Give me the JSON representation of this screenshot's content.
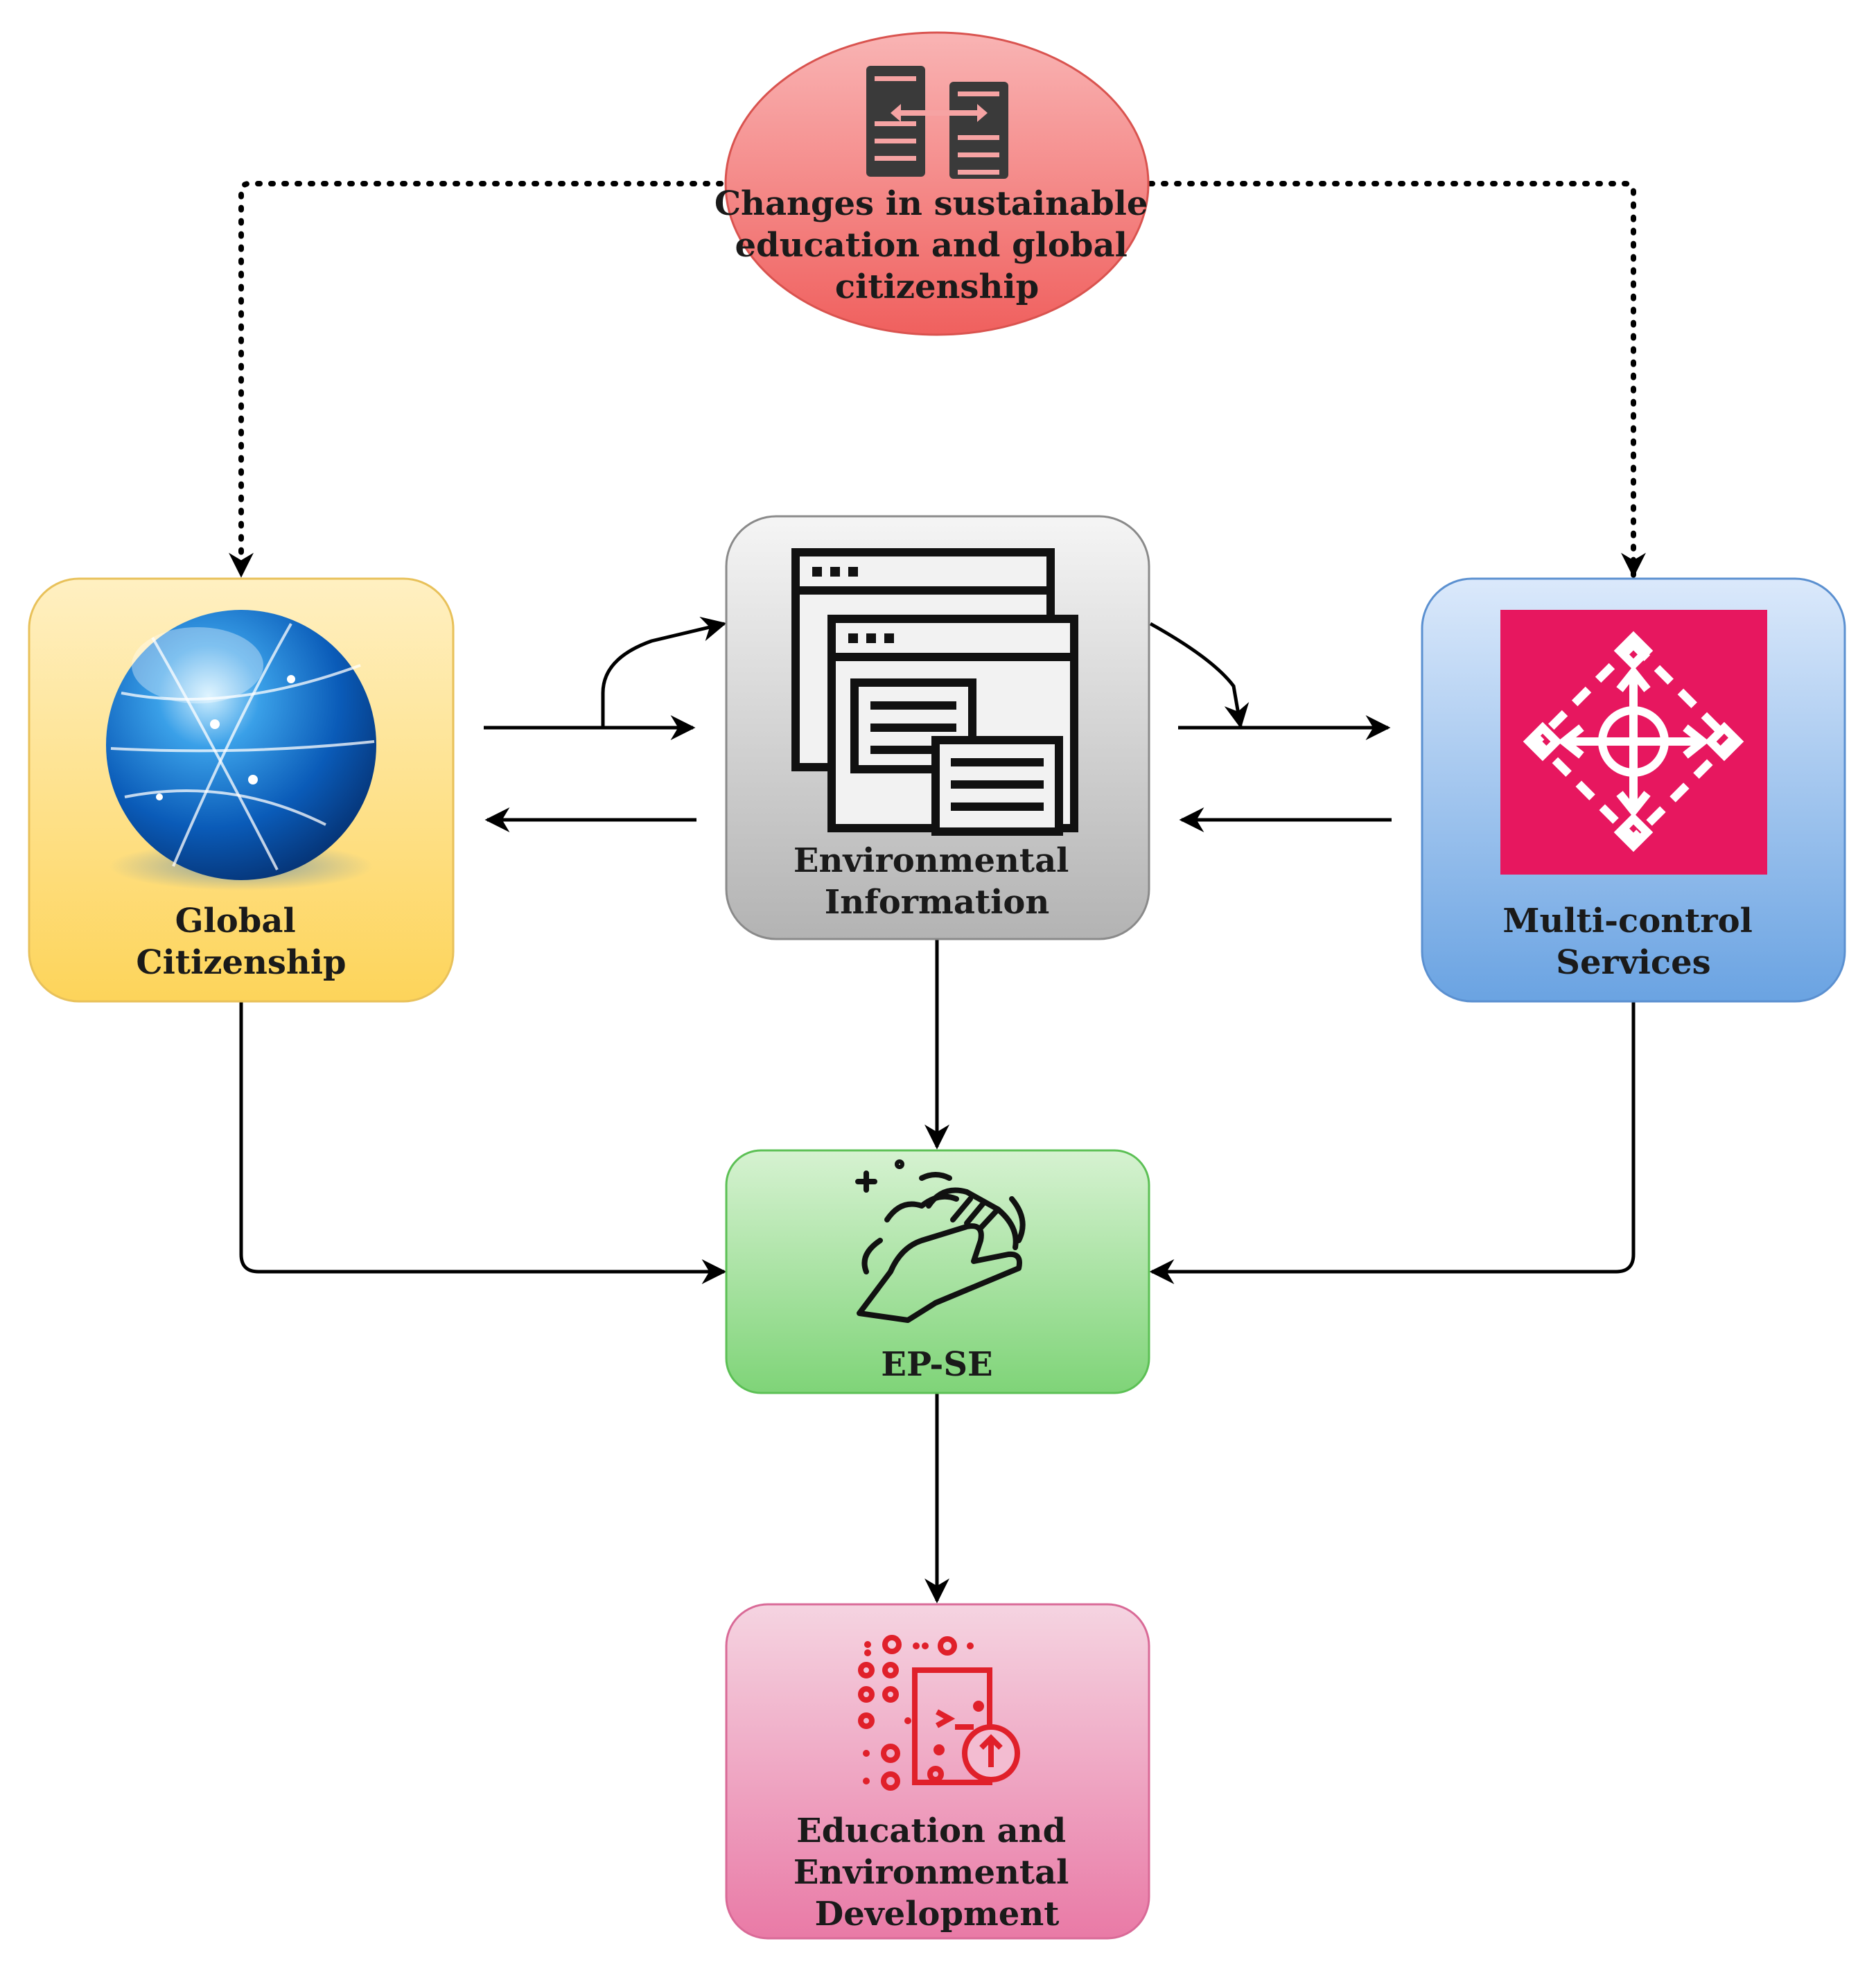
{
  "nodes": {
    "changes": {
      "lines": [
        "Changes in sustainable",
        "education and global",
        "citizenship"
      ],
      "icon": "server-exchange-icon"
    },
    "global_citizenship": {
      "lines": [
        "Global",
        "Citizenship"
      ],
      "icon": "globe-icon"
    },
    "environmental_information": {
      "lines": [
        "Environmental",
        "Information"
      ],
      "icon": "browser-windows-icon"
    },
    "multi_control": {
      "lines": [
        "Multi-control",
        "Services"
      ],
      "icon": "move-arrows-icon"
    },
    "ep_se": {
      "lines": [
        "EP-SE"
      ],
      "icon": "hand-washing-icon"
    },
    "education_development": {
      "lines": [
        "Education and",
        "Environmental",
        "Development"
      ],
      "icon": "document-upgrade-icon"
    }
  },
  "colors": {
    "changes_fill": "#f47c7c",
    "global_fill": "#fde68a",
    "env_fill": "#c9c9c9",
    "multi_fill": "#7fb0e6",
    "epse_fill": "#8fd98a",
    "edu_fill": "#ec8fb3",
    "aws_pink": "#e7175f",
    "red_icon": "#e0202a"
  }
}
